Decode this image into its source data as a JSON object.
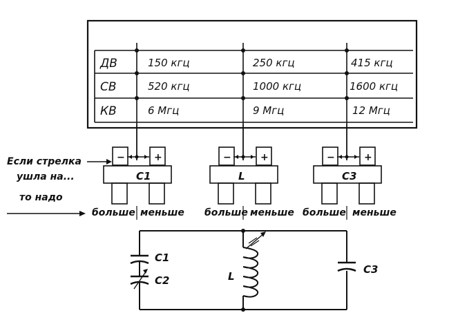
{
  "table": {
    "rows": [
      {
        "band": "ДВ",
        "freqs": [
          "150 кгц",
          "250 кгц",
          "415 кгц"
        ]
      },
      {
        "band": "СВ",
        "freqs": [
          "520 кгц",
          "1000 кгц",
          "1600 кгц"
        ]
      },
      {
        "band": "КВ",
        "freqs": [
          "6 Мгц",
          "9 Мгц",
          "12 Мгц"
        ]
      }
    ]
  },
  "instruments": [
    {
      "label": "C1",
      "minus": "−",
      "plus": "+",
      "left": "больше",
      "right": "меньше"
    },
    {
      "label": "L",
      "minus": "−",
      "plus": "+",
      "left": "больше",
      "right": "меньше"
    },
    {
      "label": "C3",
      "minus": "−",
      "plus": "+",
      "left": "больше",
      "right": "меньше"
    }
  ],
  "notes": {
    "line1": "Если стрелка",
    "line2": "ушла на...",
    "line3": "то надо"
  },
  "circuit": {
    "c1": "C1",
    "c2": "C2",
    "l": "L",
    "c3": "C3"
  }
}
